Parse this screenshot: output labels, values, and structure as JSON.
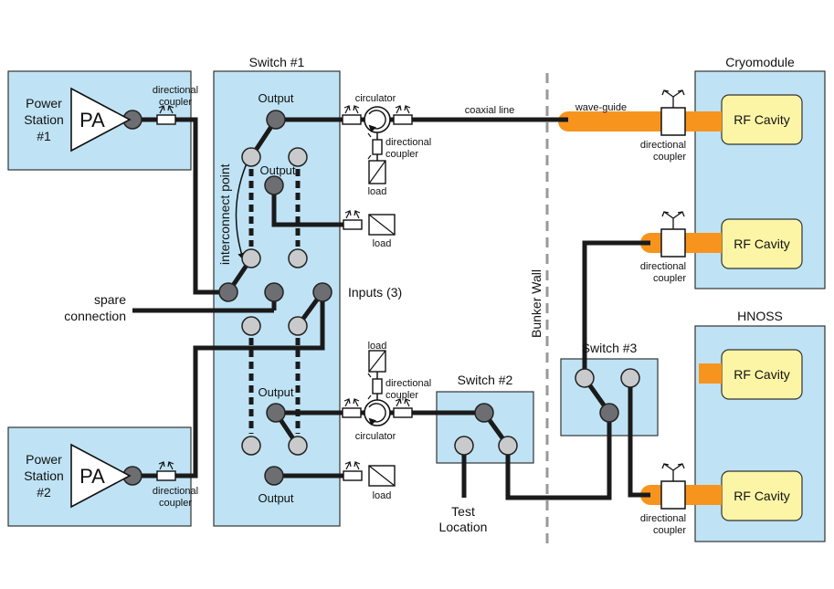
{
  "colors": {
    "box_fill": "#bfe3f5",
    "box_stroke": "#333333",
    "cavity_fill": "#fdf5a6",
    "waveguide": "#f7941d",
    "port_dark": "#6d6e71",
    "port_light": "#c9cacb",
    "line": "#1a1a1a",
    "wall": "#999999"
  },
  "labels": {
    "ps1": [
      "Power",
      "Station",
      "#1"
    ],
    "ps2": [
      "Power",
      "Station",
      "#2"
    ],
    "pa": "PA",
    "switch1": "Switch #1",
    "switch2": "Switch #2",
    "switch3": "Switch #3",
    "cryomodule": "Cryomodule",
    "hnoss": "HNOSS",
    "rf_cavity": "RF Cavity",
    "directional": "directional",
    "coupler": "coupler",
    "circulator": "circulator",
    "load": "load",
    "output": "Output",
    "inputs": "Inputs (3)",
    "interconnect": "interconnect point",
    "spare": [
      "spare",
      "connection"
    ],
    "coaxial": "coaxial line",
    "waveguide": "wave-guide",
    "bunker": "Bunker Wall",
    "test": [
      "Test",
      "Location"
    ]
  }
}
